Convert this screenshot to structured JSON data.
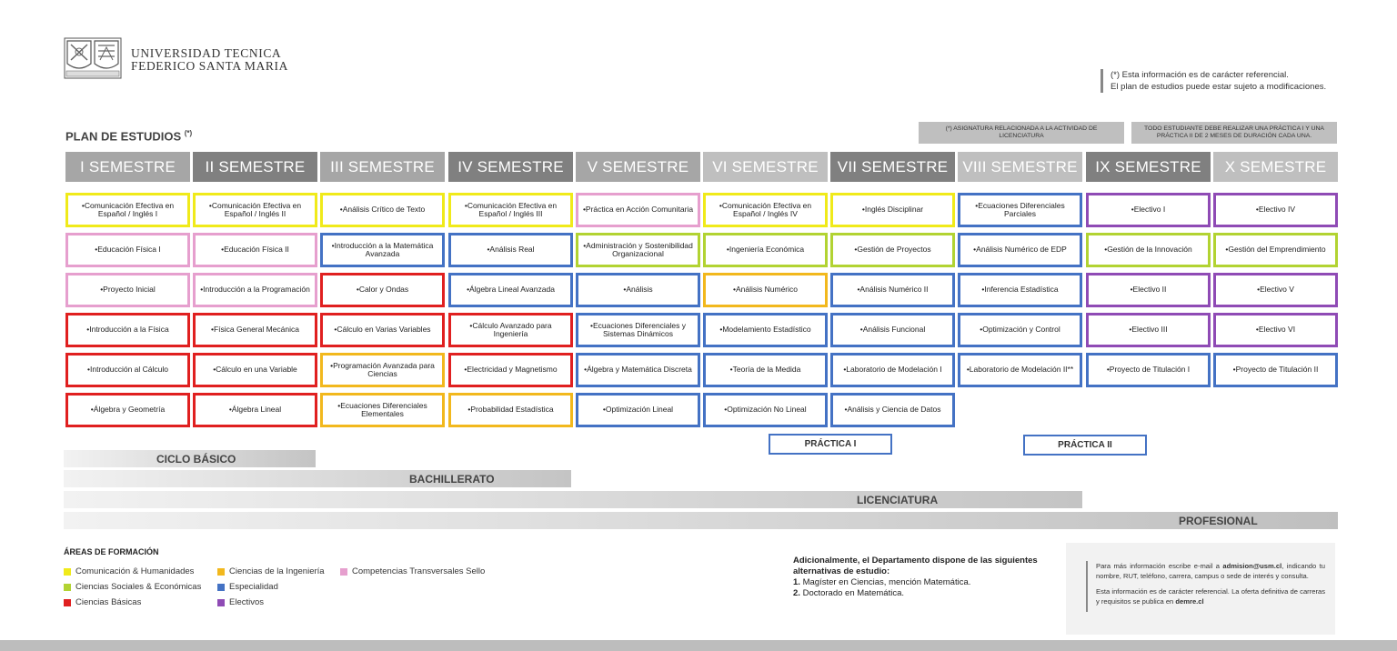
{
  "header": {
    "logo_icon": "usm-crest-icon",
    "university_line1": "UNIVERSIDAD TECNICA",
    "university_line2": "FEDERICO SANTA MARIA",
    "ref_note_line1": "(*) Esta información es de carácter referencial.",
    "ref_note_line2": "El plan de estudios puede estar sujeto a modificaciones."
  },
  "plan": {
    "title": "PLAN DE ESTUDIOS",
    "title_mark": "(*)",
    "note_licenciatura": "(*) ASIGNATURA RELACIONADA A LA ACTIVIDAD DE LICENCIATURA",
    "note_practica": "TODO ESTUDIANTE DEBE REALIZAR UNA PRÁCTICA I Y UNA PRÁCTICA II DE 2 MESES DE DURACIÓN CADA UNA."
  },
  "colors": {
    "comunicacion": "#f0ea1a",
    "sociales": "#b2d332",
    "basicas": "#e02020",
    "ingenieria": "#f2b81d",
    "especialidad": "#4472c4",
    "electivos": "#8f4bb5",
    "transversales": "#e69fce"
  },
  "semesters": [
    {
      "name": "I SEMESTRE",
      "header_color": "#a6a6a6",
      "courses": [
        {
          "name": "•Comunicación Efectiva en Español / Inglés I",
          "area": "comunicacion"
        },
        {
          "name": "•Educación Física I",
          "area": "transversales"
        },
        {
          "name": "•Proyecto Inicial",
          "area": "transversales"
        },
        {
          "name": "•Introducción a la Física",
          "area": "basicas"
        },
        {
          "name": "•Introducción al Cálculo",
          "area": "basicas"
        },
        {
          "name": "•Álgebra y Geometría",
          "area": "basicas"
        }
      ]
    },
    {
      "name": "II SEMESTRE",
      "header_color": "#808080",
      "courses": [
        {
          "name": "•Comunicación Efectiva en Español / Inglés II",
          "area": "comunicacion"
        },
        {
          "name": "•Educación Física II",
          "area": "transversales"
        },
        {
          "name": "•Introducción a la Programación",
          "area": "transversales"
        },
        {
          "name": "•Física General Mecánica",
          "area": "basicas"
        },
        {
          "name": "•Cálculo en una Variable",
          "area": "basicas"
        },
        {
          "name": "•Álgebra Lineal",
          "area": "basicas"
        }
      ]
    },
    {
      "name": "III SEMESTRE",
      "header_color": "#a6a6a6",
      "courses": [
        {
          "name": "•Análisis Crítico de Texto",
          "area": "comunicacion"
        },
        {
          "name": "•Introducción a la Matemática Avanzada",
          "area": "especialidad"
        },
        {
          "name": "•Calor y Ondas",
          "area": "basicas"
        },
        {
          "name": "•Cálculo en Varias Variables",
          "area": "basicas"
        },
        {
          "name": "•Programación Avanzada para Ciencias",
          "area": "ingenieria"
        },
        {
          "name": "•Ecuaciones Diferenciales Elementales",
          "area": "ingenieria"
        }
      ]
    },
    {
      "name": "IV SEMESTRE",
      "header_color": "#808080",
      "courses": [
        {
          "name": "•Comunicación Efectiva en Español / Inglés III",
          "area": "comunicacion"
        },
        {
          "name": "•Análisis Real",
          "area": "especialidad"
        },
        {
          "name": "•Álgebra Lineal Avanzada",
          "area": "especialidad"
        },
        {
          "name": "•Cálculo Avanzado para Ingeniería",
          "area": "basicas"
        },
        {
          "name": "•Electricidad y Magnetismo",
          "area": "basicas"
        },
        {
          "name": "•Probabilidad Estadística",
          "area": "ingenieria"
        }
      ]
    },
    {
      "name": "V SEMESTRE",
      "header_color": "#a6a6a6",
      "courses": [
        {
          "name": "•Práctica en Acción Comunitaria",
          "area": "transversales"
        },
        {
          "name": "•Administración y Sostenibilidad Organizacional",
          "area": "sociales"
        },
        {
          "name": "•Análisis",
          "area": "especialidad"
        },
        {
          "name": "•Ecuaciones Diferenciales y Sistemas Dinámicos",
          "area": "especialidad"
        },
        {
          "name": "•Álgebra y Matemática Discreta",
          "area": "especialidad"
        },
        {
          "name": "•Optimización Lineal",
          "area": "especialidad"
        }
      ]
    },
    {
      "name": "VI SEMESTRE",
      "header_color": "#bfbfbf",
      "courses": [
        {
          "name": "•Comunicación Efectiva en Español / Inglés IV",
          "area": "comunicacion"
        },
        {
          "name": "•Ingeniería Económica",
          "area": "sociales"
        },
        {
          "name": "•Análisis Numérico",
          "area": "ingenieria"
        },
        {
          "name": "•Modelamiento Estadístico",
          "area": "especialidad"
        },
        {
          "name": "•Teoría de la Medida",
          "area": "especialidad"
        },
        {
          "name": "•Optimización No Lineal",
          "area": "especialidad"
        }
      ]
    },
    {
      "name": "VII SEMESTRE",
      "header_color": "#808080",
      "courses": [
        {
          "name": "•Inglés Disciplinar",
          "area": "comunicacion"
        },
        {
          "name": "•Gestión de Proyectos",
          "area": "sociales"
        },
        {
          "name": "•Análisis Numérico II",
          "area": "especialidad"
        },
        {
          "name": "•Análisis Funcional",
          "area": "especialidad"
        },
        {
          "name": "•Laboratorio de Modelación I",
          "area": "especialidad"
        },
        {
          "name": "•Análisis y Ciencia de Datos",
          "area": "especialidad"
        }
      ]
    },
    {
      "name": "VIII SEMESTRE",
      "header_color": "#bfbfbf",
      "courses": [
        {
          "name": "•Ecuaciones Diferenciales Parciales",
          "area": "especialidad"
        },
        {
          "name": "•Análisis Numérico de EDP",
          "area": "especialidad"
        },
        {
          "name": "•Inferencia Estadística",
          "area": "especialidad"
        },
        {
          "name": "•Optimización y Control",
          "area": "especialidad"
        },
        {
          "name": "•Laboratorio de Modelación II**",
          "area": "especialidad"
        }
      ]
    },
    {
      "name": "IX SEMESTRE",
      "header_color": "#808080",
      "courses": [
        {
          "name": "•Electivo I",
          "area": "electivos"
        },
        {
          "name": "•Gestión de la Innovación",
          "area": "sociales"
        },
        {
          "name": "•Electivo II",
          "area": "electivos"
        },
        {
          "name": "•Electivo III",
          "area": "electivos"
        },
        {
          "name": "•Proyecto de Titulación I",
          "area": "especialidad"
        }
      ]
    },
    {
      "name": "X SEMESTRE",
      "header_color": "#bfbfbf",
      "courses": [
        {
          "name": "•Electivo IV",
          "area": "electivos"
        },
        {
          "name": "•Gestión del Emprendimiento",
          "area": "sociales"
        },
        {
          "name": "•Electivo V",
          "area": "electivos"
        },
        {
          "name": "•Electivo VI",
          "area": "electivos"
        },
        {
          "name": "•Proyecto de Titulación II",
          "area": "especialidad"
        }
      ]
    }
  ],
  "practicas": {
    "practica_1": "PRÁCTICA I",
    "practica_2": "PRÁCTICA II"
  },
  "cycles": {
    "ciclo_basico": "CICLO BÁSICO",
    "bachillerato": "BACHILLERATO",
    "licenciatura": "LICENCIATURA",
    "profesional": "PROFESIONAL"
  },
  "legend": {
    "title": "ÁREAS DE FORMACIÓN",
    "items": [
      {
        "label": "Comunicación & Humanidades",
        "area": "comunicacion"
      },
      {
        "label": "Ciencias Sociales & Económicas",
        "area": "sociales"
      },
      {
        "label": "Ciencias Básicas",
        "area": "basicas"
      },
      {
        "label": "Ciencias de la Ingeniería",
        "area": "ingenieria"
      },
      {
        "label": "Especialidad",
        "area": "especialidad"
      },
      {
        "label": "Electivos",
        "area": "electivos"
      },
      {
        "label": "Competencias Transversales Sello",
        "area": "transversales"
      }
    ]
  },
  "additional": {
    "title": "Adicionalmente, el Departamento dispone de las siguientes alternativas de estudio:",
    "item1_num": "1.",
    "item1_text": "Magíster en Ciencias, mención Matemática.",
    "item2_num": "2.",
    "item2_text": "Doctorado en Matemática."
  },
  "info": {
    "p1_a": "Para más información escribe e-mail a ",
    "email": "admision@usm.cl",
    "p1_b": ", indicando tu nombre, RUT, teléfono, carrera, campus o sede de interés y consulta.",
    "p2_a": "Esta información es de carácter referencial. La oferta definitiva de carreras y requisitos se publica en ",
    "site": "demre.cl"
  }
}
